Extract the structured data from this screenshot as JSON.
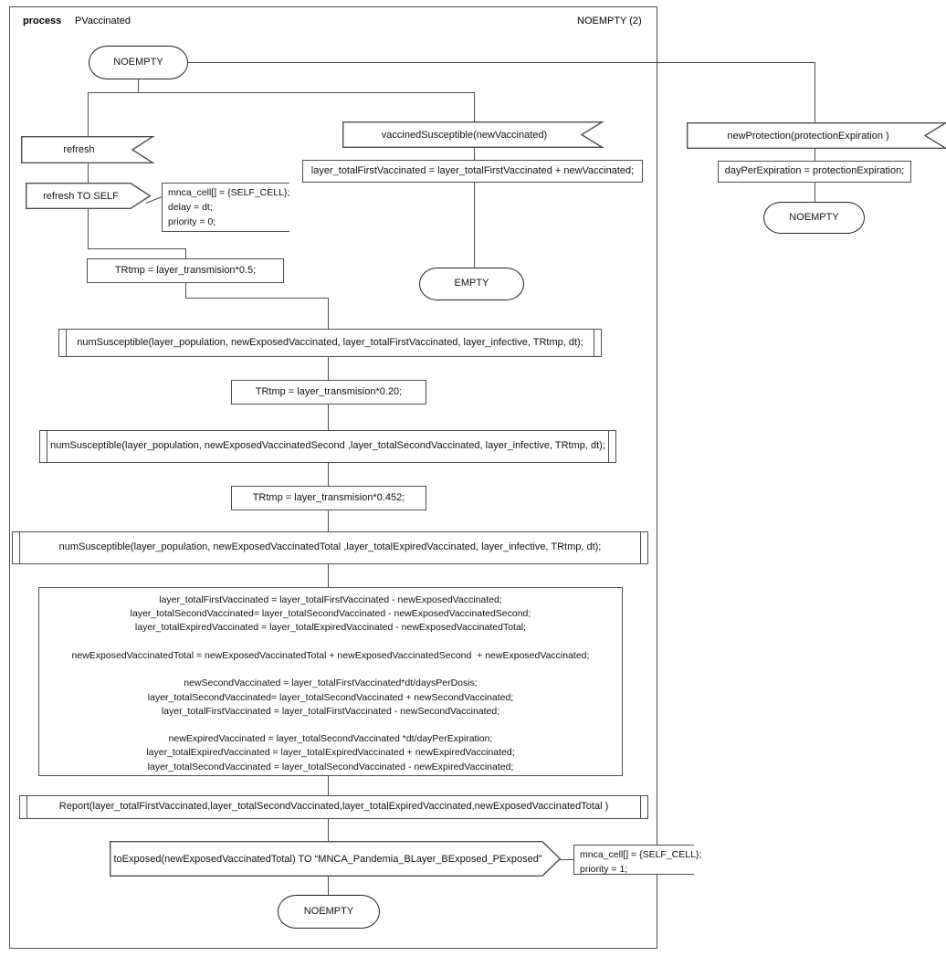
{
  "header": {
    "keyword": "process",
    "name": "PVaccinated",
    "page_ref": "NOEMPTY (2)"
  },
  "nodes": {
    "start_state": "NOEMPTY",
    "input_refresh": "refresh",
    "output_refresh_self": "refresh TO SELF",
    "comment_refresh": "mnca_cell[] = {SELF_CELL};\ndelay = dt;\npriority = 0;",
    "task_trtmp_05": "TRtmp  = layer_transmision*0.5;",
    "input_vaccined": "vaccinedSusceptible(newVaccinated)",
    "task_first_vaccinated": "layer_totalFirstVaccinated = layer_totalFirstVaccinated + newVaccinated;",
    "state_empty": "EMPTY",
    "input_new_protection": "newProtection(protectionExpiration )",
    "task_day_per_expiration": "dayPerExpiration = protectionExpiration;",
    "state_noempty_right": "NOEMPTY",
    "proc_num_susceptible_1": "numSusceptible(layer_population, newExposedVaccinated, layer_totalFirstVaccinated, layer_infective, TRtmp, dt);",
    "task_trtmp_020": "TRtmp = layer_transmision*0.20;",
    "proc_num_susceptible_2": "numSusceptible(layer_population, newExposedVaccinatedSecond ,layer_totalSecondVaccinated, layer_infective, TRtmp, dt);",
    "task_trtmp_0452": "TRtmp = layer_transmision*0.452;",
    "proc_num_susceptible_3": "numSusceptible(layer_population, newExposedVaccinatedTotal ,layer_totalExpiredVaccinated, layer_infective, TRtmp, dt);",
    "task_big": "layer_totalFirstVaccinated = layer_totalFirstVaccinated - newExposedVaccinated;\nlayer_totalSecondVaccinated= layer_totalSecondVaccinated - newExposedVaccinatedSecond;\nlayer_totalExpiredVaccinated = layer_totalExpiredVaccinated - newExposedVaccinatedTotal;\n\nnewExposedVaccinatedTotal = newExposedVaccinatedTotal + newExposedVaccinatedSecond  + newExposedVaccinated;\n\nnewSecondVaccinated = layer_totalFirstVaccinated*dt/daysPerDosis;\nlayer_totalSecondVaccinated= layer_totalSecondVaccinated + newSecondVaccinated;\nlayer_totalFirstVaccinated = layer_totalFirstVaccinated - newSecondVaccinated;\n\nnewExpiredVaccinated = layer_totalSecondVaccinated *dt/dayPerExpiration;\nlayer_totalExpiredVaccinated = layer_totalExpiredVaccinated + newExpiredVaccinated;\nlayer_totalSecondVaccinated = layer_totalSecondVaccinated - newExpiredVaccinated;",
    "proc_report": "Report(layer_totalFirstVaccinated,layer_totalSecondVaccinated,layer_totalExpiredVaccinated,newExposedVaccinatedTotal )",
    "output_to_exposed": "toExposed(newExposedVaccinatedTotal) TO “MNCA_Pandemia_BLayer_BExposed_PExposed”",
    "comment_to_exposed": "mnca_cell[] = {SELF_CELL};\npriority = 1;",
    "end_state": "NOEMPTY"
  },
  "colors": {
    "line": "#4d4d4d",
    "shape_border": "#222222",
    "text": "#111111",
    "background": "#ffffff"
  }
}
